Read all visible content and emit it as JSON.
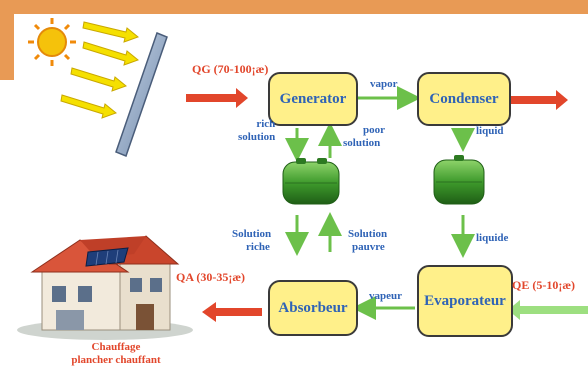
{
  "boxes": {
    "generator": "Generator",
    "condenser": "Condenser",
    "absorber": "Absorbeur",
    "evaporator": "Evaporateur"
  },
  "heat_labels": {
    "qg": "QG (70-100¡æ)",
    "qa": "QA (30-35¡æ)",
    "qe": "QE (5-10¡æ)"
  },
  "flow_labels": {
    "vapor": "vapor",
    "rich_solution_1": "rich",
    "rich_solution_2": "solution",
    "poor_solution_1": "poor",
    "poor_solution_2": "solution",
    "liquid_top": "liquid",
    "solution_riche_1": "Solution",
    "solution_riche_2": "riche",
    "solution_pauvre_1": "Solution",
    "solution_pauvre_2": "pauvre",
    "liquide": "liquide",
    "vapeur": "vapeur"
  },
  "caption": {
    "line1": "Chauffage",
    "line2": "plancher chauffant"
  },
  "colors": {
    "box_fill": "#fff08a",
    "label_blue": "#2f63b6",
    "heat_red": "#e2462b",
    "flow_green": "#6cc04a",
    "sun": "#f5c20b"
  }
}
